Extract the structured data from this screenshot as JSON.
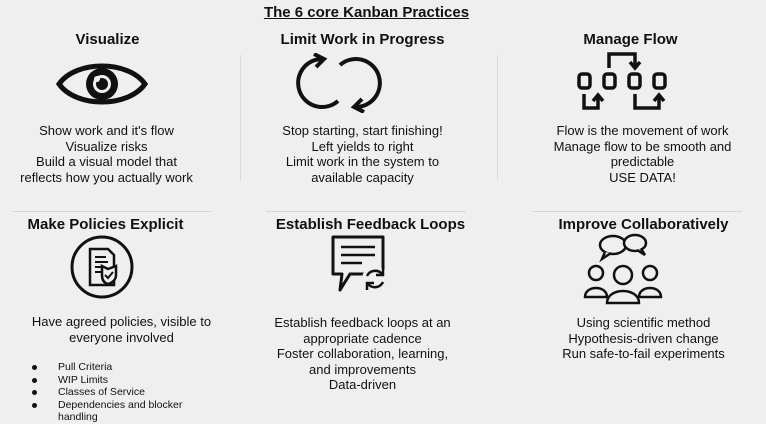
{
  "title": "The 6 core Kanban Practices",
  "practices": [
    {
      "heading": "Visualize",
      "icon": "eye-icon",
      "lines": [
        "Show work and it's flow",
        "Visualize risks",
        "Build a visual model that",
        "reflects how you actually work"
      ]
    },
    {
      "heading": "Limit Work in Progress",
      "icon": "loop-arrows-icon",
      "lines": [
        "Stop starting, start finishing!",
        "Left yields to right",
        "Limit work in the system to",
        "available capacity"
      ]
    },
    {
      "heading": "Manage Flow",
      "icon": "flow-icon",
      "lines": [
        "Flow is the movement of work",
        "Manage flow to be smooth and",
        "predictable",
        "USE DATA!"
      ]
    },
    {
      "heading": "Make Policies Explicit",
      "icon": "policy-document-icon",
      "lines": [
        "Have agreed policies, visible to",
        "everyone involved"
      ],
      "bullets": [
        "Pull Criteria",
        "WIP Limits",
        "Classes of Service",
        "Dependencies and blocker handling"
      ]
    },
    {
      "heading": "Establish Feedback Loops",
      "icon": "feedback-icon",
      "lines": [
        "Establish feedback loops at an",
        "appropriate cadence",
        "Foster collaboration, learning,",
        "and improvements",
        "Data-driven"
      ]
    },
    {
      "heading": "Improve Collaboratively",
      "icon": "team-icon",
      "lines": [
        "Using scientific method",
        "Hypothesis-driven change",
        "Run safe-to-fail experiments"
      ]
    }
  ]
}
